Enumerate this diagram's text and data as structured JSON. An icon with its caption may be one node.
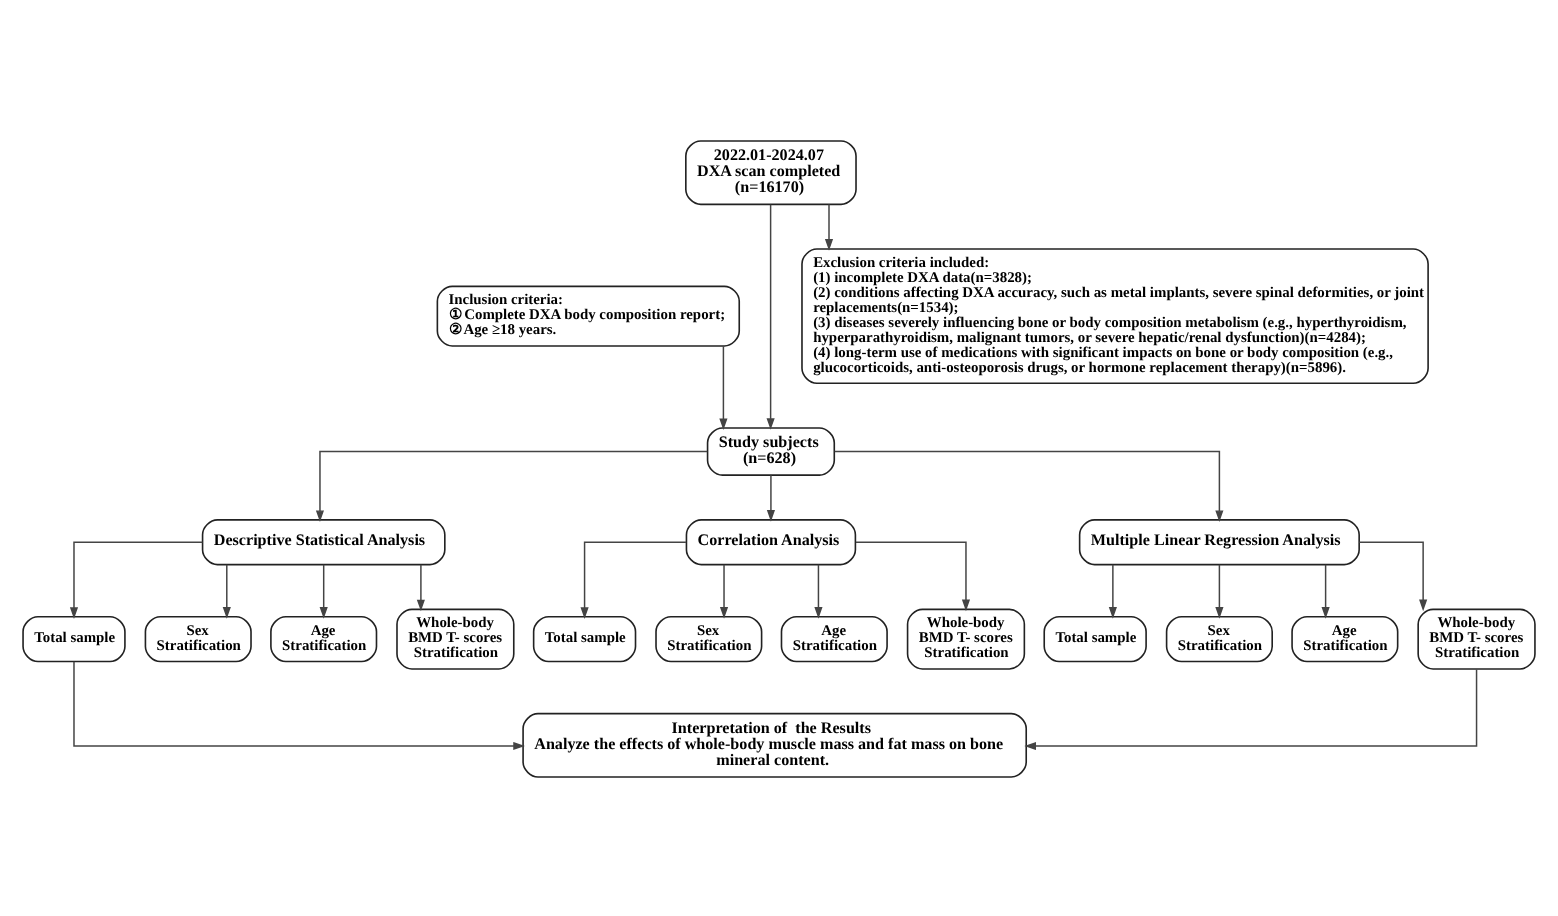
{
  "diagram": {
    "nodes": [
      {
        "text": [
          "2022.01-2024.07",
          "DXA scan completed",
          "(n=16170)"
        ]
      },
      {
        "text": [
          "Inclusion criteria:",
          "① Complete DXA body composition report;",
          "② Age ≥18 years."
        ]
      },
      {
        "text": [
          "Exclusion criteria included:",
          "(1) incomplete DXA data(n=3828);",
          "(2) conditions affecting DXA accuracy, such as metal implants, severe spinal deformities, or joint replacements(n=1534);",
          "(3) diseases severely influencing bone or body composition metabolism (e.g., hyperthyroidism, hyperparathyroidism, malignant tumors, or severe hepatic/renal dysfunction)(n=4284);",
          "(4) long-term use of medications with significant impacts on bone or body composition (e.g., glucocorticoids, anti-osteoporosis drugs, or hormone replacement therapy)(n=5896)."
        ]
      },
      {
        "text": [
          "Study subjects",
          "(n=628)"
        ]
      },
      {
        "text": [
          "Descriptive Statistical Analysis"
        ]
      },
      {
        "text": [
          "Correlation Analysis"
        ]
      },
      {
        "text": [
          "Multiple Linear Regression Analysis"
        ]
      },
      {
        "text": [
          "Total sample"
        ]
      },
      {
        "text": [
          "Sex Stratification"
        ]
      },
      {
        "text": [
          "Age Stratification"
        ]
      },
      {
        "text": [
          "Whole-body BMD T- scores Stratification"
        ]
      },
      {
        "text": [
          "Total sample"
        ]
      },
      {
        "text": [
          "Sex Stratification"
        ]
      },
      {
        "text": [
          "Age Stratification"
        ]
      },
      {
        "text": [
          "Whole-body BMD T- scores Stratification"
        ]
      },
      {
        "text": [
          "Total sample"
        ]
      },
      {
        "text": [
          "Sex Stratification"
        ]
      },
      {
        "text": [
          "Age Stratification"
        ]
      },
      {
        "text": [
          "Whole-body BMD T- scores Stratification"
        ]
      },
      {
        "text": [
          "Interpretation of  the Results",
          "Analyze the effects of whole-body muscle mass and fat mass on bone mineral content."
        ]
      }
    ],
    "edges": [
      {
        "from": 0,
        "to": 3,
        "arrow": "to"
      },
      {
        "from": 1,
        "to": 3,
        "arrow": "to"
      },
      {
        "from": 0,
        "to": 2,
        "arrow": "to"
      },
      {
        "from": 3,
        "to": 4,
        "arrow": "to"
      },
      {
        "from": 3,
        "to": 5,
        "arrow": "to"
      },
      {
        "from": 3,
        "to": 6,
        "arrow": "to"
      },
      {
        "from": 4,
        "to": 7,
        "arrow": "to"
      },
      {
        "from": 4,
        "to": 8,
        "arrow": "to"
      },
      {
        "from": 4,
        "to": 9,
        "arrow": "to"
      },
      {
        "from": 4,
        "to": 10,
        "arrow": "to"
      },
      {
        "from": 5,
        "to": 11,
        "arrow": "to"
      },
      {
        "from": 5,
        "to": 12,
        "arrow": "to"
      },
      {
        "from": 5,
        "to": 13,
        "arrow": "to"
      },
      {
        "from": 5,
        "to": 14,
        "arrow": "to"
      },
      {
        "from": 6,
        "to": 15,
        "arrow": "to"
      },
      {
        "from": 6,
        "to": 16,
        "arrow": "to"
      },
      {
        "from": 6,
        "to": 17,
        "arrow": "to"
      },
      {
        "from": 6,
        "to": 18,
        "arrow": "to"
      },
      {
        "from": 7,
        "to": 19,
        "arrow": "to"
      },
      {
        "from": 18,
        "to": 19,
        "arrow": "to"
      }
    ]
  }
}
